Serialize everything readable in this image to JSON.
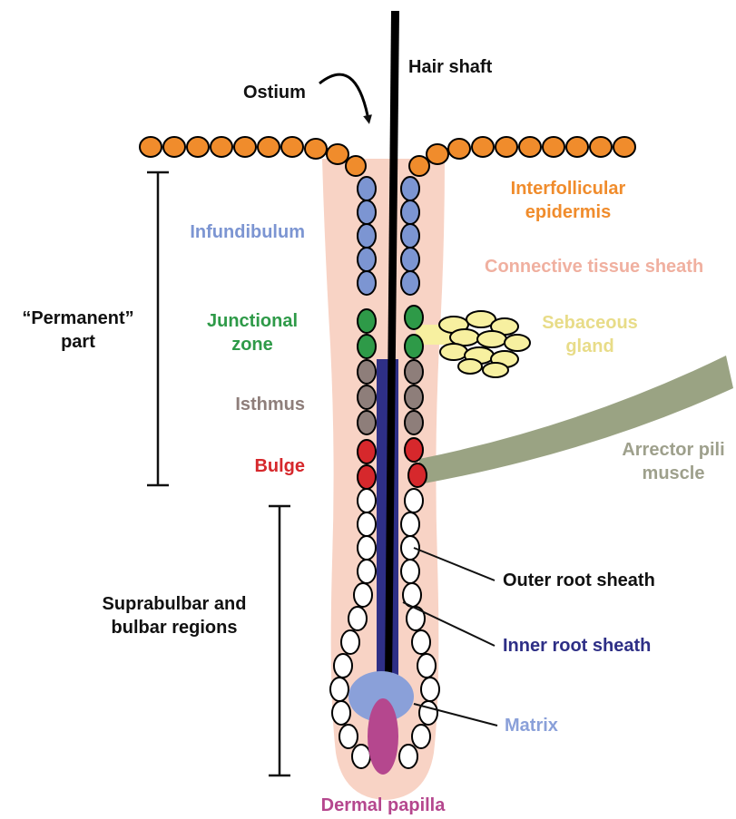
{
  "labels": {
    "ostium": "Ostium",
    "hair_shaft": "Hair shaft",
    "interfollicular_line1": "Interfollicular",
    "interfollicular_line2": "epidermis",
    "infundibulum": "Infundibulum",
    "connective_tissue_sheath": "Connective tissue sheath",
    "permanent_line1": "“Permanent”",
    "permanent_line2": "part",
    "junctional_line1": "Junctional",
    "junctional_line2": "zone",
    "sebaceous_line1": "Sebaceous",
    "sebaceous_line2": "gland",
    "isthmus": "Isthmus",
    "bulge": "Bulge",
    "arrector_line1": "Arrector pili",
    "arrector_line2": "muscle",
    "outer_root_sheath": "Outer root sheath",
    "suprabulbar_line1": "Suprabulbar and",
    "suprabulbar_line2": "bulbar regions",
    "inner_root_sheath": "Inner root sheath",
    "matrix": "Matrix",
    "dermal_papilla": "Dermal papilla"
  },
  "colors": {
    "epidermis": "#f08c2c",
    "infundibulum": "#7c95d2",
    "junctional": "#2e9a48",
    "isthmus": "#8e7e7a",
    "bulge": "#d6282c",
    "sheath_bg": "#f8d3c5",
    "sebaceous": "#f7f0a0",
    "muscle": "#9aa383",
    "inner_root": "#2e2f86",
    "matrix": "#8aa0d9",
    "papilla": "#b5478e",
    "text_dark": "#111111",
    "connective_text": "#f0b0a0",
    "sebaceous_text": "#e8dc88",
    "muscle_text": "#9ea08c"
  }
}
